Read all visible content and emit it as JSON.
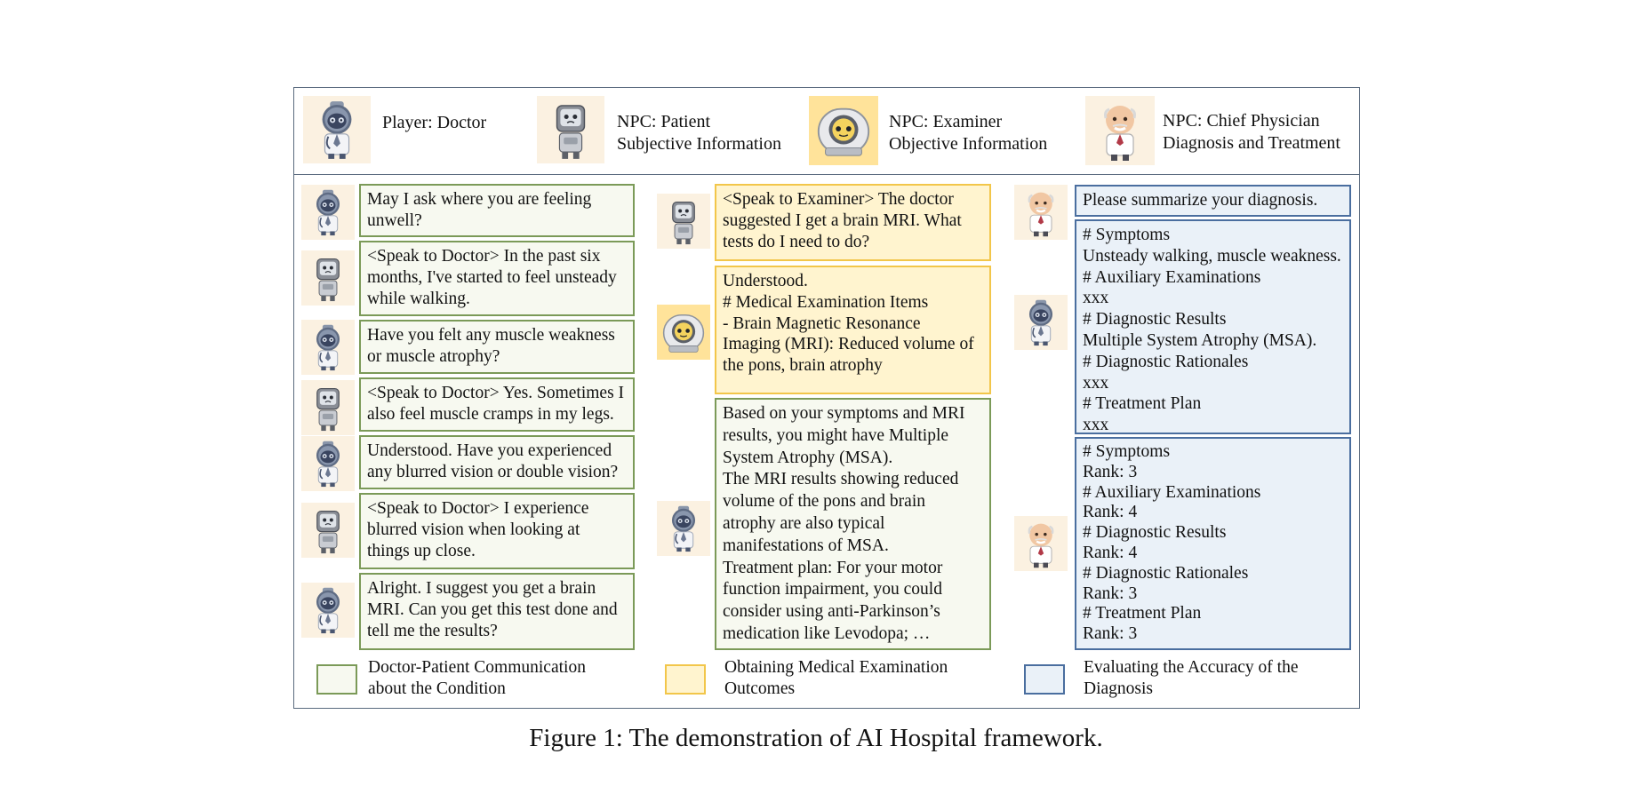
{
  "header": {
    "roles": [
      {
        "icon": "doctor-robot-icon",
        "line1": "Player: Doctor",
        "line2": ""
      },
      {
        "icon": "patient-robot-icon",
        "line1": "NPC: Patient",
        "line2": "Subjective Information"
      },
      {
        "icon": "examiner-mri-robot-icon",
        "line1": "NPC: Examiner",
        "line2": "Objective Information"
      },
      {
        "icon": "chief-physician-icon",
        "line1": "NPC: Chief Physician",
        "line2": "Diagnosis and Treatment"
      }
    ]
  },
  "dialogue": {
    "left": [
      {
        "speaker": "doctor",
        "lines": [
          "May I ask where you are feeling",
          "unwell?"
        ]
      },
      {
        "speaker": "patient",
        "lines": [
          "<Speak to Doctor> In the past six",
          "months, I've started to feel unsteady",
          "while walking."
        ]
      },
      {
        "speaker": "doctor",
        "lines": [
          "Have you felt any muscle weakness",
          "or muscle atrophy?"
        ]
      },
      {
        "speaker": "patient",
        "lines": [
          "<Speak to Doctor> Yes. Sometimes I",
          "also feel muscle cramps in my legs."
        ]
      },
      {
        "speaker": "doctor",
        "lines": [
          "Understood. Have you experienced",
          "any blurred vision or double vision?"
        ]
      },
      {
        "speaker": "patient",
        "lines": [
          "<Speak to Doctor> I experience",
          "blurred vision when looking at",
          "things up close."
        ]
      },
      {
        "speaker": "doctor",
        "lines": [
          "Alright. I suggest you get a brain",
          "MRI. Can you get this test done and",
          "tell me the results?"
        ]
      }
    ],
    "middle": [
      {
        "speaker": "patient",
        "lines": [
          "<Speak to Examiner> The doctor",
          "suggested I get a brain MRI. What",
          "tests do I need to do?"
        ]
      },
      {
        "speaker": "examiner",
        "lines": [
          "Understood.",
          "# Medical Examination Items",
          "- Brain Magnetic Resonance",
          "Imaging (MRI): Reduced volume of",
          "the pons, brain atrophy"
        ]
      },
      {
        "speaker": "doctor",
        "lines": [
          "Based on your symptoms and MRI",
          "results, you might have Multiple",
          "System Atrophy (MSA).",
          "The MRI results showing reduced",
          "volume of the pons and brain",
          "atrophy are also typical",
          "manifestations of MSA.",
          "Treatment plan: For your motor",
          "function impairment, you could",
          "consider using anti-Parkinson’s",
          "medication like Levodopa; …"
        ]
      }
    ],
    "right": [
      {
        "speaker": "chief",
        "lines": [
          "Please summarize your diagnosis."
        ]
      },
      {
        "speaker": "doctor",
        "lines": [
          "# Symptoms",
          "Unsteady walking, muscle weakness.",
          "# Auxiliary Examinations",
          "xxx",
          "# Diagnostic Results",
          "Multiple System Atrophy (MSA).",
          "# Diagnostic Rationales",
          "xxx",
          "# Treatment Plan",
          "xxx"
        ]
      },
      {
        "speaker": "chief",
        "lines": [
          "# Symptoms",
          "Rank: 3",
          "# Auxiliary Examinations",
          "Rank: 4",
          "# Diagnostic Results",
          "Rank: 4",
          "# Diagnostic Rationales",
          "Rank: 3",
          "# Treatment Plan",
          "Rank: 3"
        ]
      }
    ]
  },
  "legend": [
    {
      "color": "#7b9a58",
      "fill": "#f7f9f0",
      "line1": "Doctor-Patient Communication",
      "line2": "about the Condition"
    },
    {
      "color": "#f2c64a",
      "fill": "#fff4cf",
      "line1": "Obtaining Medical Examination",
      "line2": "Outcomes"
    },
    {
      "color": "#4a6e9f",
      "fill": "#eaf1f8",
      "line1": "Evaluating the Accuracy of the",
      "line2": "Diagnosis"
    }
  ],
  "caption": "Figure 1: The demonstration of AI Hospital framework."
}
